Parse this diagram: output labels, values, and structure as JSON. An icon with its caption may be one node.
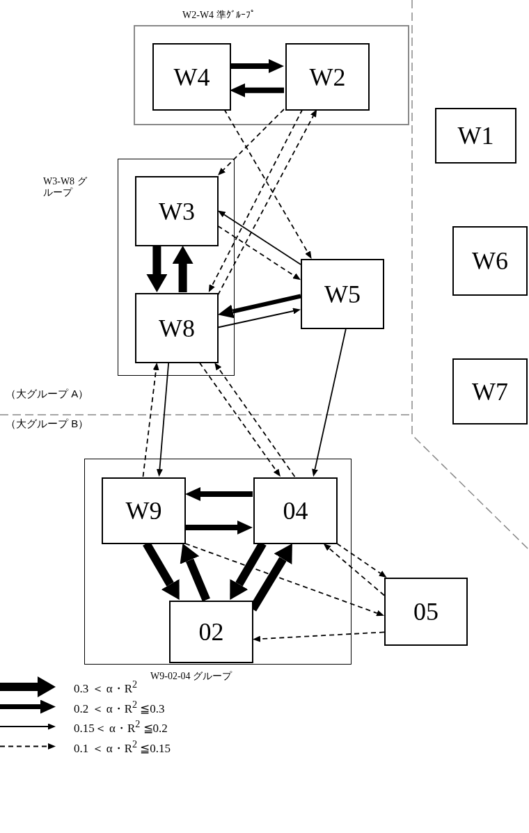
{
  "diagram": {
    "nodes": [
      {
        "text": [
          "W2-W4 準ｸﾞﾙｰﾌﾟ"
        ]
      },
      {
        "text": [
          "W4"
        ],
        "in": 0
      },
      {
        "text": [
          "W2"
        ],
        "in": 0
      },
      {
        "text": [
          "W1"
        ]
      },
      {
        "text": [
          "W3-W8 グループ"
        ]
      },
      {
        "text": [
          "W3"
        ],
        "in": 4
      },
      {
        "text": [
          "W8"
        ],
        "in": 4
      },
      {
        "text": [
          "W6"
        ]
      },
      {
        "text": [
          "W5"
        ]
      },
      {
        "text": [
          "W7"
        ]
      },
      {
        "text": [
          "W9-02-04 グループ"
        ]
      },
      {
        "text": [
          "W9"
        ],
        "in": 10
      },
      {
        "text": [
          "04"
        ],
        "in": 10
      },
      {
        "text": [
          "02"
        ],
        "in": 10
      },
      {
        "text": [
          "05"
        ]
      }
    ],
    "edges": [
      {
        "from": 1,
        "to": 2,
        "arrow": "to",
        "style": "thick"
      },
      {
        "from": 2,
        "to": 1,
        "arrow": "to",
        "style": "thick"
      },
      {
        "from": 1,
        "to": 8,
        "arrow": "to",
        "style": "dashed"
      },
      {
        "from": 2,
        "to": 5,
        "arrow": "to",
        "style": "dashed"
      },
      {
        "from": 2,
        "to": 6,
        "arrow": "to",
        "style": "dashed"
      },
      {
        "from": 6,
        "to": 2,
        "arrow": "to",
        "style": "dashed"
      },
      {
        "from": 8,
        "to": 5,
        "arrow": "to"
      },
      {
        "from": 5,
        "to": 8,
        "arrow": "to",
        "style": "dashed"
      },
      {
        "from": 5,
        "to": 6,
        "arrow": "to",
        "style": "thick"
      },
      {
        "from": 6,
        "to": 5,
        "arrow": "to",
        "style": "thick"
      },
      {
        "from": 8,
        "to": 6,
        "arrow": "to",
        "style": "thick"
      },
      {
        "from": 6,
        "to": 8,
        "arrow": "to"
      },
      {
        "from": 11,
        "to": 6,
        "arrow": "to",
        "style": "dashed"
      },
      {
        "from": 6,
        "to": 11,
        "arrow": "to"
      },
      {
        "from": 6,
        "to": 12,
        "arrow": "to",
        "style": "dashed"
      },
      {
        "from": 12,
        "to": 6,
        "arrow": "to",
        "style": "dashed"
      },
      {
        "from": 8,
        "to": 12,
        "arrow": "to"
      },
      {
        "from": 12,
        "to": 11,
        "arrow": "to",
        "style": "thick"
      },
      {
        "from": 11,
        "to": 12,
        "arrow": "to",
        "style": "thick"
      },
      {
        "from": 11,
        "to": 13,
        "arrow": "to",
        "style": "thick"
      },
      {
        "from": 13,
        "to": 11,
        "arrow": "to",
        "style": "thick"
      },
      {
        "from": 12,
        "to": 13,
        "arrow": "to",
        "style": "thick"
      },
      {
        "from": 13,
        "to": 12,
        "arrow": "to",
        "style": "thick"
      },
      {
        "from": 11,
        "to": 14,
        "arrow": "to",
        "style": "dashed"
      },
      {
        "from": 12,
        "to": 14,
        "arrow": "to",
        "style": "dashed"
      },
      {
        "from": 14,
        "to": 12,
        "arrow": "to",
        "style": "dashed"
      },
      {
        "from": 14,
        "to": 13,
        "arrow": "to",
        "style": "dashed"
      }
    ],
    "labels": [
      "（大グループ A）",
      "（大グループ B）"
    ],
    "legend": [
      {
        "text": "0.3 ＜ α・R$^{2}$"
      },
      {
        "text": "0.2 ＜ α・R$^{2}$ ≦0.3"
      },
      {
        "text": "0.15＜ α・R$^{2}$ ≦0.2"
      },
      {
        "text": "0.1 ＜ α・R$^{2}$ ≦0.15"
      }
    ]
  }
}
